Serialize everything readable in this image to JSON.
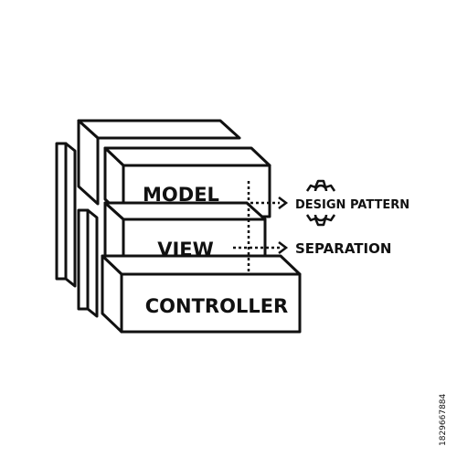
{
  "blocks": {
    "model": "MODEL",
    "view": "VIEW",
    "controller": "CONTROLLER"
  },
  "annotations": {
    "design_pattern": "DESIGN PATTERN",
    "separation": "SEPARATION"
  },
  "side_id": "1829667884",
  "icons": [
    "gear-icon"
  ],
  "colors": {
    "stroke": "#111111",
    "background": "#ffffff"
  }
}
